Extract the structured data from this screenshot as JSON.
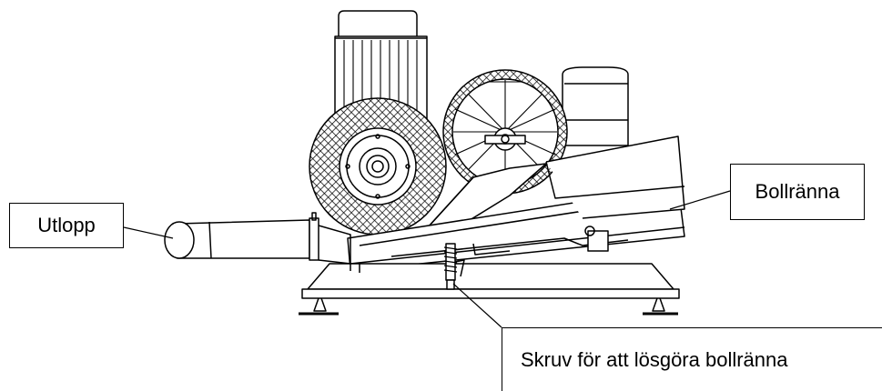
{
  "labels": {
    "outlet": "Utlopp",
    "ball_chute": "Bollränna",
    "release_screw": "Skruv för att lösgöra bollränna"
  }
}
